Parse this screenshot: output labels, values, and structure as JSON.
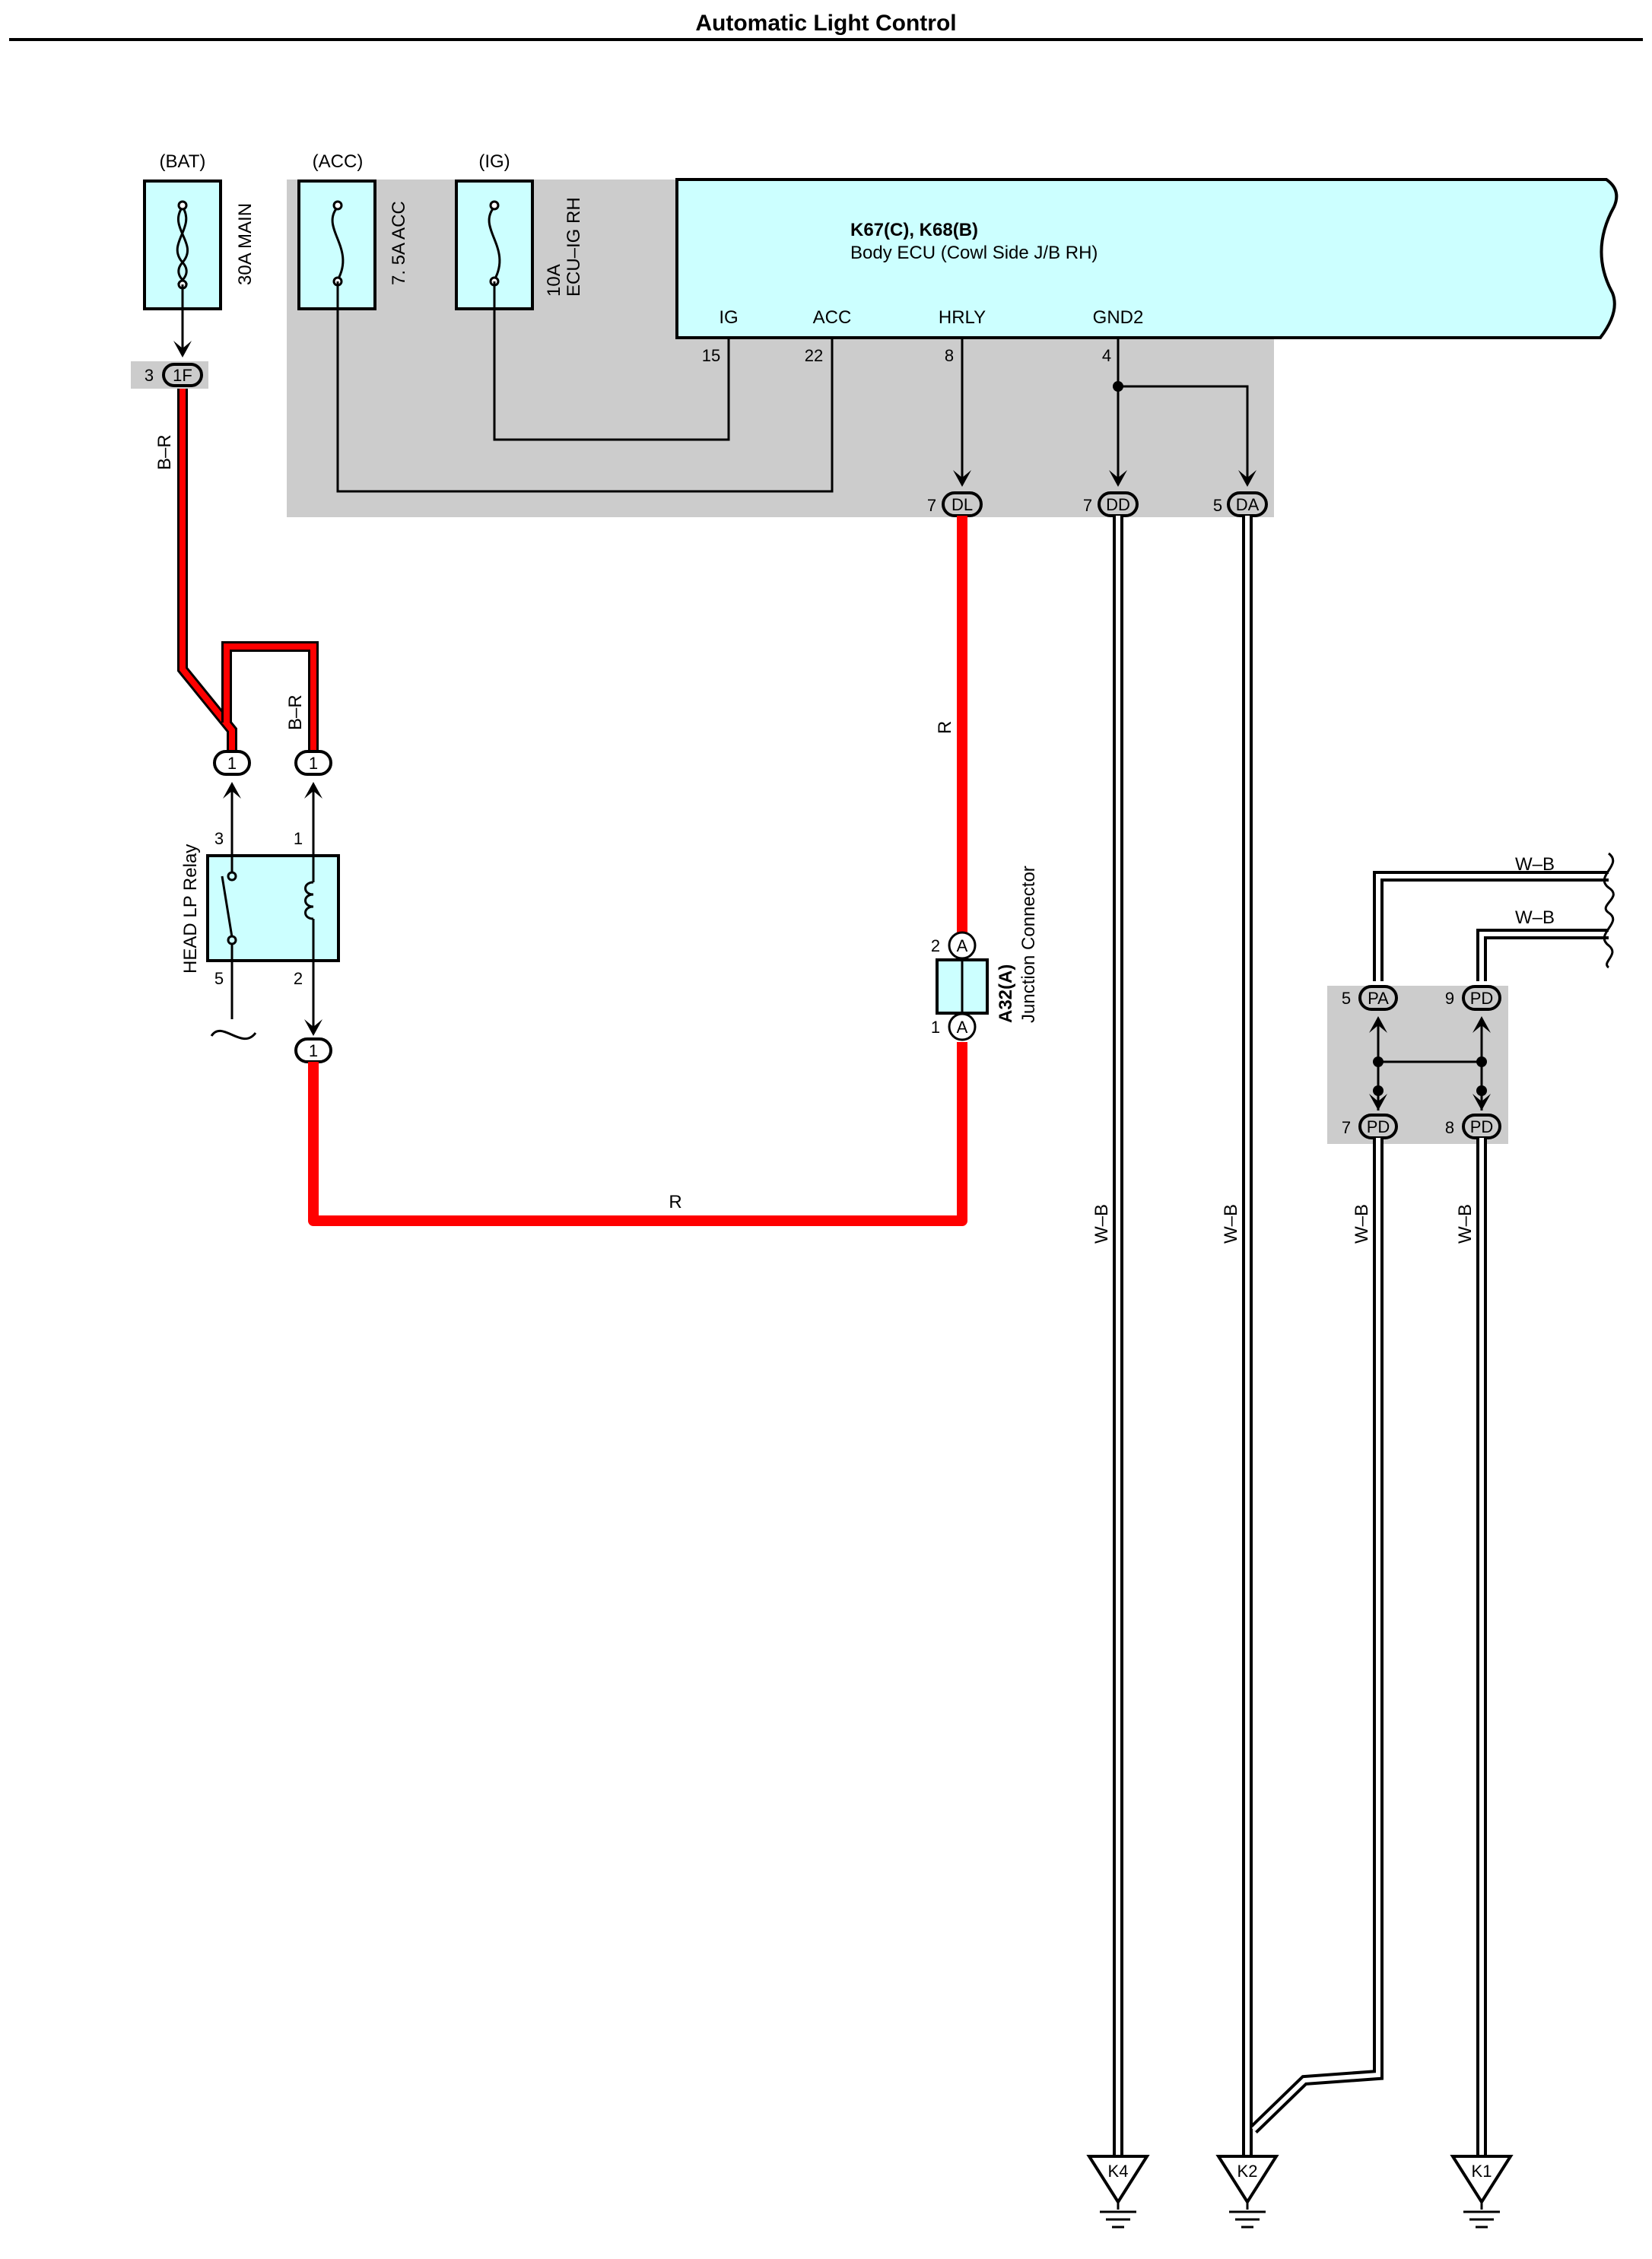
{
  "title": "Automatic Light Control",
  "colors": {
    "ecu_fill": "#ccffff",
    "junction_block": "#cccccc",
    "red_wire": "#ff0000",
    "wire": "#000000"
  },
  "power": {
    "bat_label": "(BAT)",
    "acc_label": "(ACC)",
    "ig_label": "(IG)",
    "fuse_bat": "30A MAIN",
    "fuse_acc": "7. 5A ACC",
    "fuse_ig_amp": "10A",
    "fuse_ig_name": "ECU–IG RH"
  },
  "ecu": {
    "code": "K67(C), K68(B)",
    "name": "Body ECU (Cowl Side J/B RH)",
    "terminals": [
      {
        "name": "IG",
        "pin": "15"
      },
      {
        "name": "ACC",
        "pin": "22"
      },
      {
        "name": "HRLY",
        "pin": "8"
      },
      {
        "name": "GND2",
        "pin": "4"
      }
    ]
  },
  "connectors": {
    "c1f": {
      "pin": "3",
      "code": "1F"
    },
    "dl": {
      "pin": "7",
      "code": "DL"
    },
    "dd": {
      "pin": "7",
      "code": "DD"
    },
    "da": {
      "pin": "5",
      "code": "DA"
    },
    "relay_top_left": "1",
    "relay_top_right": "1",
    "relay_bottom": "1",
    "pa": {
      "pin": "5",
      "code": "PA"
    },
    "pd_top": {
      "pin": "9",
      "code": "PD"
    },
    "pd_bl": {
      "pin": "7",
      "code": "PD"
    },
    "pd_br": {
      "pin": "8",
      "code": "PD"
    }
  },
  "relay": {
    "name": "HEAD LP Relay",
    "pin3": "3",
    "pin1": "1",
    "pin5": "5",
    "pin2": "2"
  },
  "junction": {
    "code": "A32(A)",
    "name": "Junction Connector",
    "pin_top": "2",
    "pin_bottom": "1",
    "letter": "A"
  },
  "wire_labels": {
    "br1": "B–R",
    "br2": "B–R",
    "r_vertical": "R",
    "r_horizontal": "R",
    "wb_top1": "W–B",
    "wb_top2": "W–B",
    "wb1": "W–B",
    "wb2": "W–B",
    "wb3": "W–B",
    "wb4": "W–B"
  },
  "grounds": {
    "k4": "K4",
    "k2": "K2",
    "k1": "K1"
  }
}
